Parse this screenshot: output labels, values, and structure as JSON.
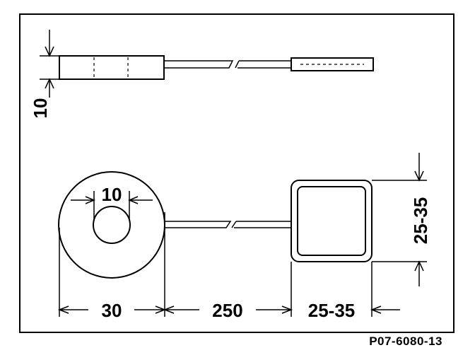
{
  "dimensions": {
    "side_thickness": "10",
    "hole_diameter": "10",
    "washer_diameter": "30",
    "wire_length": "250",
    "square_width": "25-35",
    "square_height": "25-35"
  },
  "figure_reference": "P07-6080-13"
}
